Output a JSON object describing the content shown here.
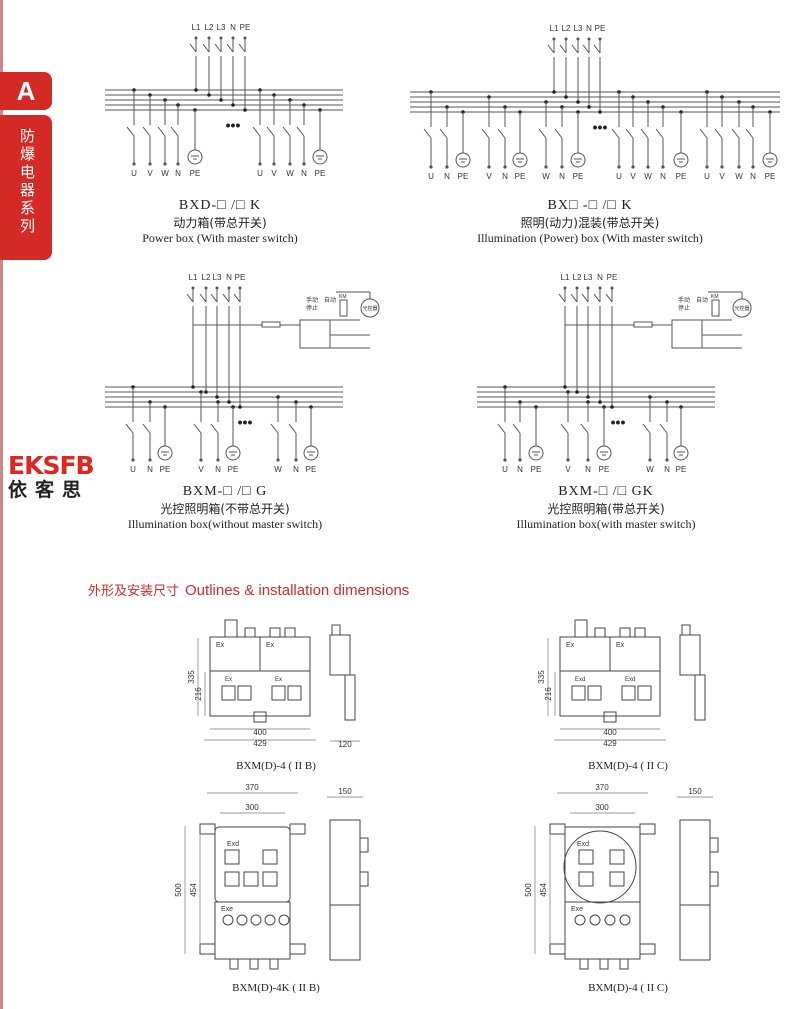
{
  "sidebar": {
    "section_letter": "A",
    "section_title": "防爆电器系列"
  },
  "logo": {
    "mark": "EKSFB",
    "cn": "依客思"
  },
  "colors": {
    "accent": "#d42a25",
    "line": "#555555"
  },
  "diagrams": [
    {
      "top_labels": [
        "L1",
        "L2",
        "L3",
        "N",
        "PE"
      ],
      "bottom_labels": [
        "U",
        "V",
        "W",
        "N",
        "PE",
        "U",
        "V",
        "W",
        "N",
        "PE"
      ],
      "model": "BXD-□ /□ K",
      "cn": "动力箱(带总开关)",
      "en": "Power box (With master switch)"
    },
    {
      "top_labels": [
        "L1",
        "L2",
        "L3",
        "N",
        "PE"
      ],
      "bottom_labels": [
        "U",
        "N",
        "PE",
        "V",
        "N",
        "PE",
        "W",
        "N",
        "PE",
        "U",
        "V",
        "W",
        "N",
        "PE",
        "U",
        "V",
        "W",
        "N",
        "PE"
      ],
      "model": "BX□ -□ /□ K",
      "cn": "照明(动力)混装(带总开关)",
      "en": "Illumination (Power) box (With master switch)"
    },
    {
      "top_labels": [
        "L1",
        "L2",
        "L3",
        "N",
        "PE"
      ],
      "bottom_labels": [
        "U",
        "N",
        "PE",
        "V",
        "N",
        "PE",
        "W",
        "N",
        "PE"
      ],
      "control_labels": [
        "手动",
        "停止",
        "自动",
        "KM",
        "光控器"
      ],
      "model": "BXM-□ /□ G",
      "cn": "光控照明箱(不带总开关)",
      "en": "Illumination box(without master switch)"
    },
    {
      "top_labels": [
        "L1",
        "L2",
        "L3",
        "N",
        "PE"
      ],
      "bottom_labels": [
        "U",
        "N",
        "PE",
        "V",
        "N",
        "PE",
        "W",
        "N",
        "PE"
      ],
      "control_labels": [
        "手动",
        "停止",
        "自动",
        "KM",
        "光控器"
      ],
      "model": "BXM-□ /□ GK",
      "cn": "光控照明箱(带总开关)",
      "en": "Illumination box(with master switch)"
    }
  ],
  "section_heading": {
    "cn": "外形及安装尺寸",
    "en": "Outlines & installation dimensions"
  },
  "outlines": [
    {
      "caption": "BXM(D)-4 ( II B)",
      "dims": {
        "height": "335",
        "inner_height": "216",
        "inner_width": "400",
        "width": "429",
        "depth": "120"
      },
      "labels": [
        "Ex",
        "Ex",
        "Ex",
        "Ex"
      ]
    },
    {
      "caption": "BXM(D)-4 ( II C)",
      "dims": {
        "height": "335",
        "inner_height": "216",
        "inner_width": "400",
        "width": "429"
      },
      "labels": [
        "Ex",
        "Ex",
        "Exd",
        "Exd"
      ]
    },
    {
      "caption": "BXM(D)-4K ( II B)",
      "dims": {
        "width": "370",
        "inner_width": "300",
        "depth": "150",
        "height": "500",
        "inner_height": "454"
      },
      "labels": [
        "Exd",
        "Exe"
      ]
    },
    {
      "caption": "BXM(D)-4 ( II C)",
      "dims": {
        "width": "370",
        "inner_width": "300",
        "depth": "150",
        "height": "500",
        "inner_height": "454"
      },
      "labels": [
        "Exd",
        "Exe"
      ]
    }
  ]
}
